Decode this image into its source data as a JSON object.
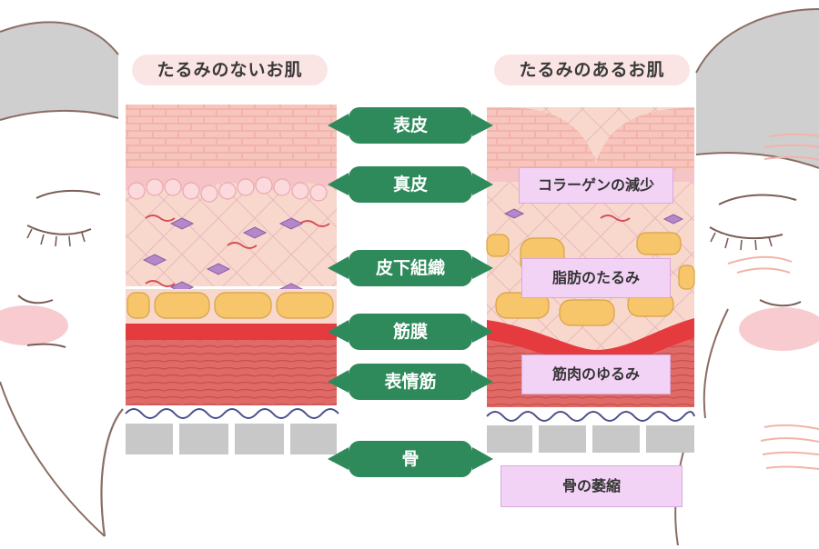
{
  "titles": {
    "left": "たるみのないお肌",
    "right": "たるみのあるお肌"
  },
  "layers": [
    {
      "label": "表皮"
    },
    {
      "label": "真皮"
    },
    {
      "label": "皮下組織"
    },
    {
      "label": "筋膜"
    },
    {
      "label": "表情筋"
    },
    {
      "label": "骨"
    }
  ],
  "notes": {
    "collagen": "コラーゲンの減少",
    "fat": "脂肪のたるみ",
    "muscle": "筋肉のゆるみ",
    "bone": "骨の萎縮"
  },
  "colors": {
    "label_green": "#2f8a5b",
    "epidermis": "#f0a7a0",
    "dermis": "#f8d8cc",
    "fascia": "#e53b3f",
    "muscle": "#df6b6b",
    "bone": "#c8c8c8",
    "note_bg": "#f3d3f5"
  }
}
